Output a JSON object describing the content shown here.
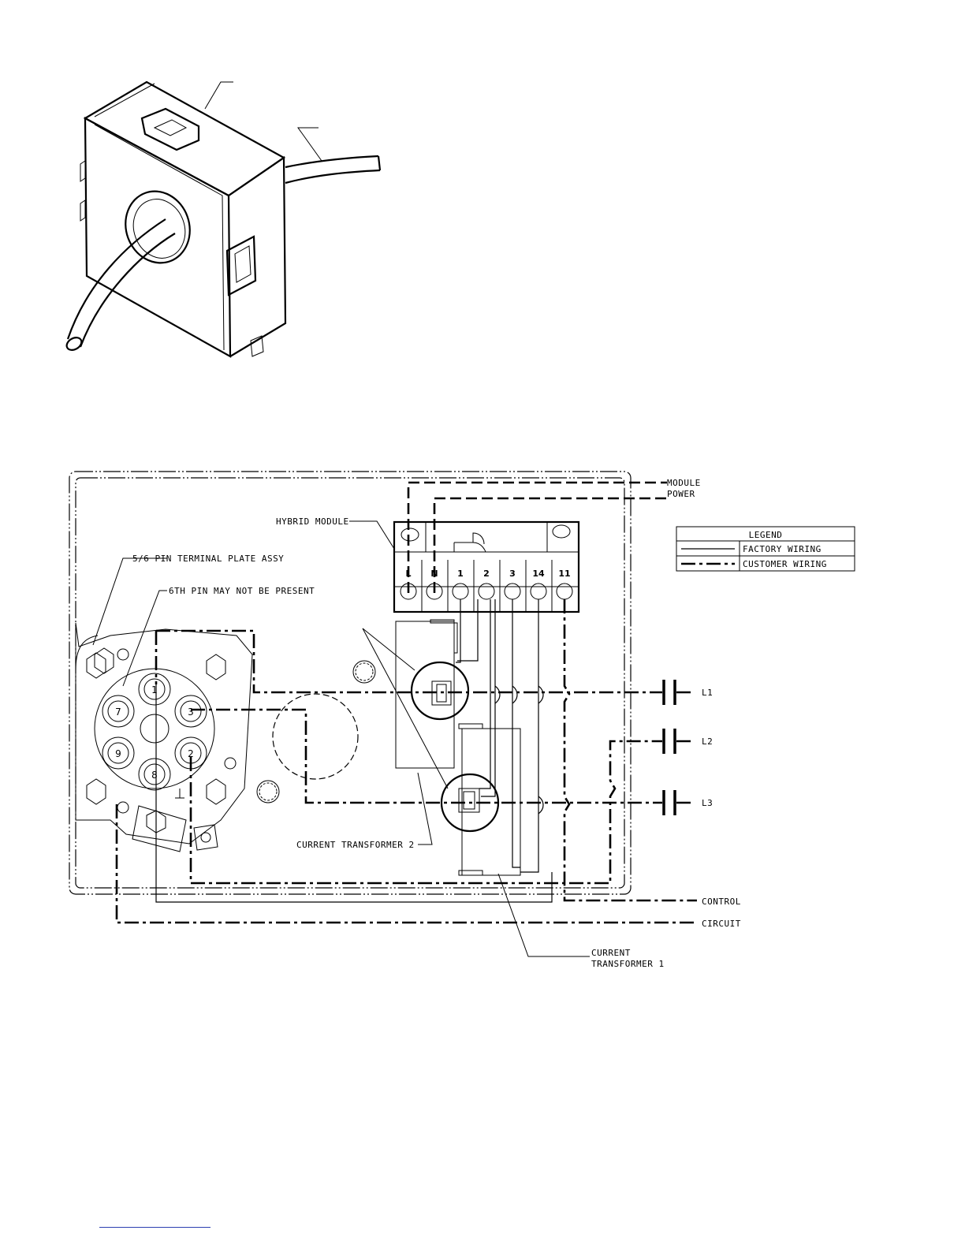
{
  "labels": {
    "hybrid_module": "HYBRID MODULE",
    "terminal_plate": "5/6 PIN TERMINAL PLATE ASSY",
    "sixth_pin": "6TH PIN MAY NOT BE PRESENT",
    "module_power_1": "MODULE",
    "module_power_2": "POWER",
    "ct2": "CURRENT TRANSFORMER 2",
    "ct1_1": "CURRENT",
    "ct1_2": "TRANSFORMER 1",
    "control": "CONTROL",
    "circuit": "CIRCUIT",
    "l1": "L1",
    "l2": "L2",
    "l3": "L3"
  },
  "legend": {
    "title": "LEGEND",
    "factory": "FACTORY WIRING",
    "customer": "CUSTOMER WIRING"
  },
  "terminals": [
    "L",
    "N",
    "1",
    "2",
    "3",
    "14",
    "11"
  ],
  "pins": [
    "1",
    "7",
    "3",
    "9",
    "2",
    "8"
  ]
}
